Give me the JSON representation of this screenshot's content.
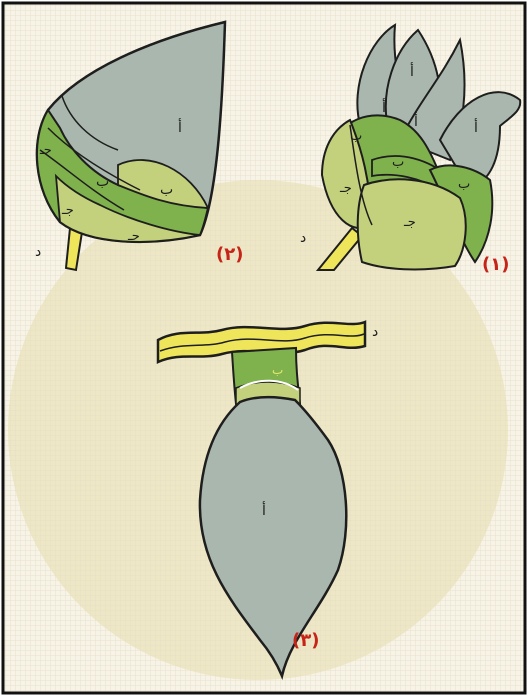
{
  "colors": {
    "paper": "#f7f3e6",
    "halo": "#ebe4bd",
    "grid": "#e4ddc6",
    "frame": "#111111",
    "petal": "#a9b7ae",
    "leaf_mid": "#7fb14c",
    "leaf_light": "#c3d07c",
    "stem": "#efe55a",
    "outline": "#1e1e1e",
    "caption": "#c62418"
  },
  "figures": [
    {
      "id": "fig1",
      "caption": "(١)"
    },
    {
      "id": "fig2",
      "caption": "(٢)"
    },
    {
      "id": "fig3",
      "caption": "(٣)"
    }
  ],
  "labels": {
    "alef": "أ",
    "ba": "ب",
    "jim": "جـ",
    "dal": "د"
  }
}
